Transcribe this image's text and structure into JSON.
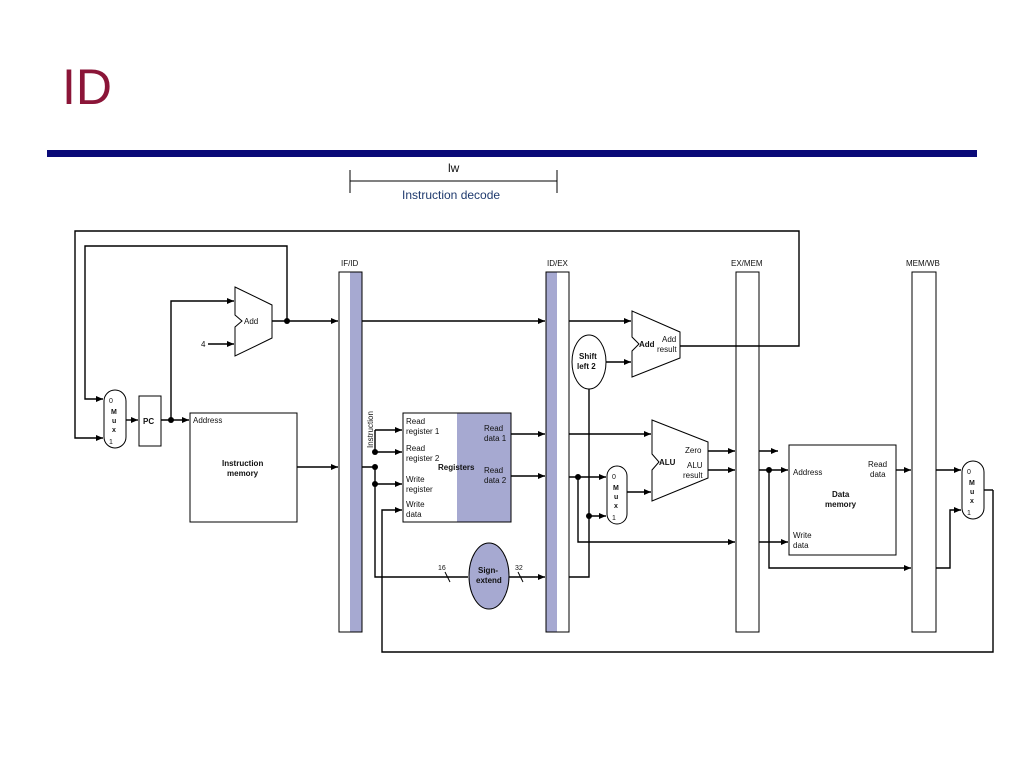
{
  "slide": {
    "title": "ID"
  },
  "stage_bracket": {
    "instruction": "lw",
    "stage": "Instruction decode"
  },
  "colors": {
    "title": "#8b1538",
    "rule": "#0a0a78",
    "highlight": "#a6a9d1",
    "highlight_stroke": "#555a8c"
  },
  "pipeline_registers": [
    "IF/ID",
    "ID/EX",
    "EX/MEM",
    "MEM/WB"
  ],
  "if_stage": {
    "pc": "PC",
    "add": "Add",
    "const4": "4",
    "mux": [
      "0",
      "M",
      "u",
      "x",
      "1"
    ],
    "imem_address": "Address",
    "imem_title_1": "Instruction",
    "imem_title_2": "memory"
  },
  "id_stage": {
    "instruction_bus": "Instruction",
    "regfile_title": "Registers",
    "read_reg1": [
      "Read",
      "register 1"
    ],
    "read_reg2": [
      "Read",
      "register 2"
    ],
    "write_reg": [
      "Write",
      "register"
    ],
    "write_data": [
      "Write",
      "data"
    ],
    "read_data1": [
      "Read",
      "data 1"
    ],
    "read_data2": [
      "Read",
      "data 2"
    ],
    "sign_extend": [
      "Sign-",
      "extend"
    ],
    "width_in": "16",
    "width_out": "32"
  },
  "ex_stage": {
    "shift": [
      "Shift",
      "left 2"
    ],
    "adder": "Add",
    "adder_result": [
      "Add",
      "result"
    ],
    "alu": "ALU",
    "zero": "Zero",
    "alu_result": [
      "ALU",
      "result"
    ],
    "mux": [
      "0",
      "M",
      "u",
      "x",
      "1"
    ]
  },
  "mem_stage": {
    "address": "Address",
    "read_data": [
      "Read",
      "data"
    ],
    "title": [
      "Data",
      "memory"
    ],
    "write_data": [
      "Write",
      "data"
    ]
  },
  "wb_stage": {
    "mux": [
      "0",
      "M",
      "u",
      "x",
      "1"
    ]
  }
}
